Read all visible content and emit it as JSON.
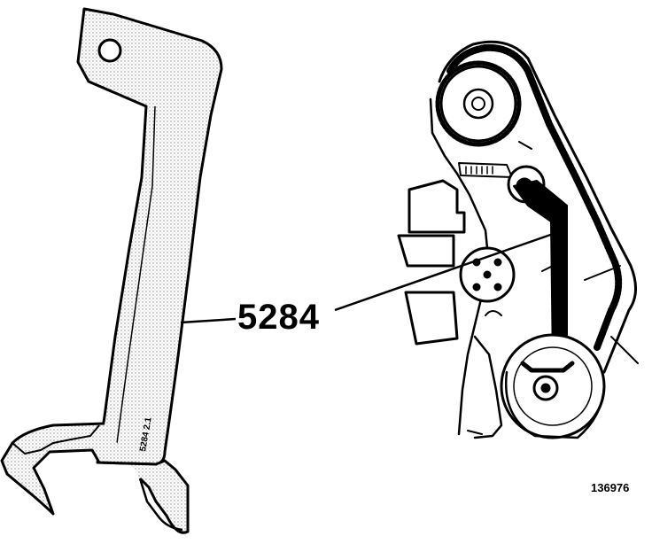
{
  "diagram": {
    "callout_label": "5284",
    "tool_engraving": "5284 2.1",
    "figure_number": "136976"
  },
  "colors": {
    "ink": "#000000",
    "paper": "#ffffff",
    "stipple": "#c8c8c8"
  }
}
